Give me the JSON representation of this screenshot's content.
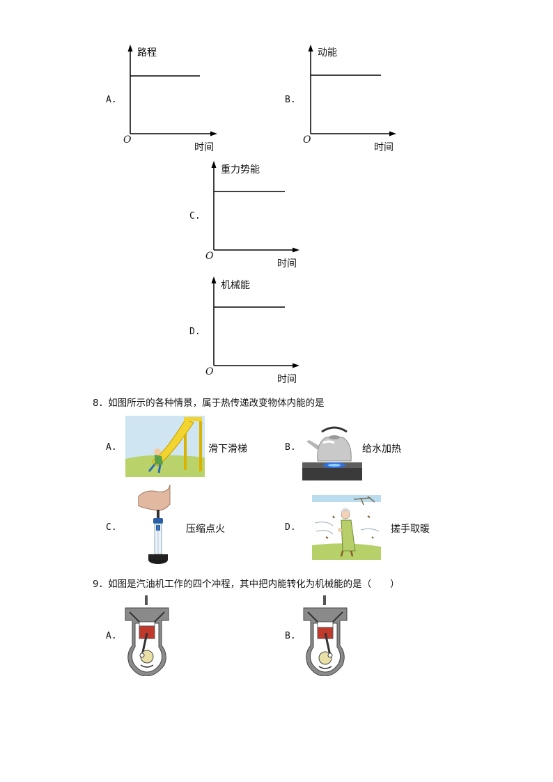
{
  "q7": {
    "options": [
      {
        "letter": "A.",
        "ylabel": "路程",
        "xlabel": "时间",
        "origin": "O"
      },
      {
        "letter": "B.",
        "ylabel": "动能",
        "xlabel": "时间",
        "origin": "O"
      },
      {
        "letter": "C.",
        "ylabel": "重力势能",
        "xlabel": "时间",
        "origin": "O"
      },
      {
        "letter": "D.",
        "ylabel": "机械能",
        "xlabel": "时间",
        "origin": "O"
      }
    ]
  },
  "q8": {
    "stem": "8．如图所示的各种情景，属于热传递改变物体内能的是",
    "options": [
      {
        "letter": "A.",
        "caption": "滑下滑梯"
      },
      {
        "letter": "B.",
        "caption": "给水加热"
      },
      {
        "letter": "C.",
        "caption": "压缩点火"
      },
      {
        "letter": "D.",
        "caption": "搓手取暖"
      }
    ]
  },
  "q9": {
    "stem": "9．如图是汽油机工作的四个冲程，其中把内能转化为机械能的是（　　）",
    "options": [
      {
        "letter": "A."
      },
      {
        "letter": "B."
      }
    ]
  }
}
